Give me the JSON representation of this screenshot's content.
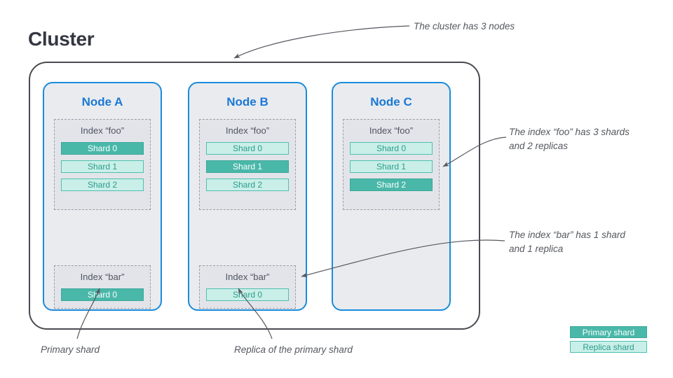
{
  "title": "Cluster",
  "colors": {
    "cluster_border": "#4a4a52",
    "node_border": "#1a8cdb",
    "node_fill": "#e9ebef",
    "node_title": "#1a78d4",
    "index_fill": "#e2e4e9",
    "index_border": "#9aa0a8",
    "primary_shard_fill": "#49b8a9",
    "replica_shard_fill": "#c9efe8",
    "replica_shard_text": "#2a9d8c",
    "annotation_text": "#55585f"
  },
  "nodes": [
    {
      "name": "Node A",
      "indices": [
        {
          "label": "Index “foo”",
          "shards": [
            {
              "label": "Shard 0",
              "role": "primary"
            },
            {
              "label": "Shard 1",
              "role": "replica"
            },
            {
              "label": "Shard 2",
              "role": "replica"
            }
          ]
        },
        {
          "label": "Index “bar”",
          "shards": [
            {
              "label": "Shard 0",
              "role": "primary"
            }
          ]
        }
      ]
    },
    {
      "name": "Node B",
      "indices": [
        {
          "label": "Index “foo”",
          "shards": [
            {
              "label": "Shard 0",
              "role": "replica"
            },
            {
              "label": "Shard 1",
              "role": "primary"
            },
            {
              "label": "Shard 2",
              "role": "replica"
            }
          ]
        },
        {
          "label": "Index “bar”",
          "shards": [
            {
              "label": "Shard 0",
              "role": "replica"
            }
          ]
        }
      ]
    },
    {
      "name": "Node C",
      "indices": [
        {
          "label": "Index “foo”",
          "shards": [
            {
              "label": "Shard 0",
              "role": "replica"
            },
            {
              "label": "Shard 1",
              "role": "replica"
            },
            {
              "label": "Shard 2",
              "role": "primary"
            }
          ]
        }
      ]
    }
  ],
  "annotations": {
    "cluster": "The cluster has 3 nodes",
    "index_foo": "The index “foo” has 3 shards\nand 2 replicas",
    "index_bar": "The index “bar” has 1 shard\nand 1 replica",
    "primary": "Primary shard",
    "replica": "Replica of the primary shard"
  },
  "legend": {
    "primary": "Primary shard",
    "replica": "Replica shard"
  }
}
